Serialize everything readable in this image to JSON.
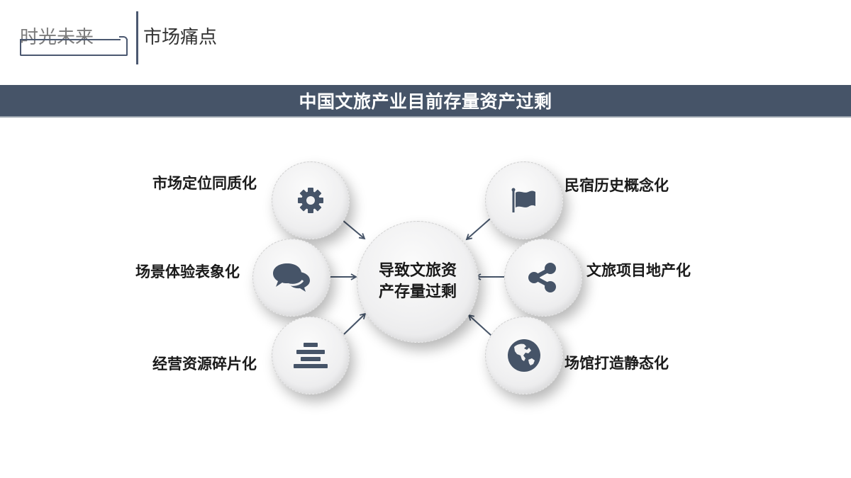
{
  "header": {
    "brand": "时光未来",
    "section_title": "市场痛点"
  },
  "banner": {
    "title": "中国文旅产业目前存量资产过剩"
  },
  "diagram": {
    "center": {
      "line1": "导致文旅资",
      "line2": "产存量过剩"
    },
    "left_nodes": [
      {
        "label": "市场定位同质化",
        "icon": "gear-icon"
      },
      {
        "label": "场景体验表象化",
        "icon": "chat-bubbles-icon"
      },
      {
        "label": "经营资源碎片化",
        "icon": "stacked-bars-icon"
      }
    ],
    "right_nodes": [
      {
        "label": "民宿历史概念化",
        "icon": "flag-icon"
      },
      {
        "label": "文旅项目地产化",
        "icon": "share-icon"
      },
      {
        "label": "场馆打造静态化",
        "icon": "globe-icon"
      }
    ]
  },
  "colors": {
    "accent": "#465468",
    "icon": "#465468",
    "text": "#1a1a1a"
  }
}
